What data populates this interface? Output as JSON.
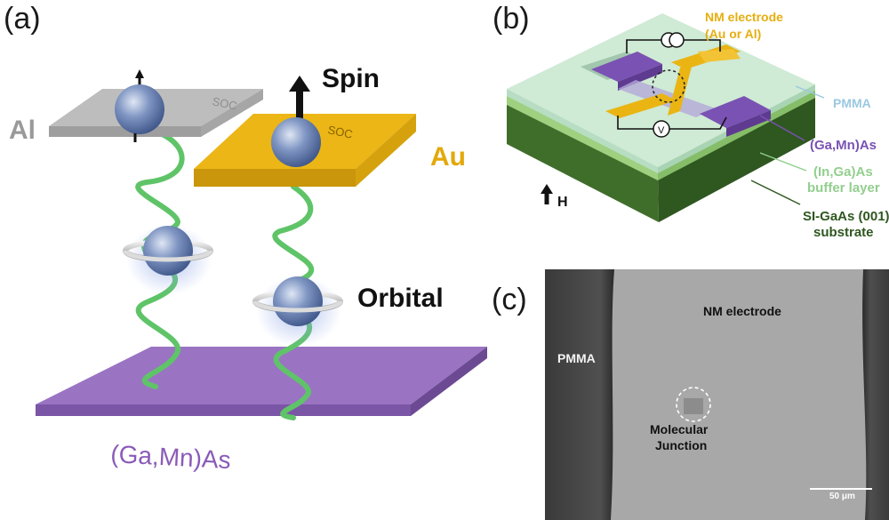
{
  "panel_a": {
    "label": "(a)",
    "al_label": "Al",
    "au_label": "Au",
    "spin_label": "Spin",
    "orbital_label": "Orbital",
    "gamnas_label": "(Ga,Mn)As",
    "soc_left": "SOC",
    "soc_right": "SOC"
  },
  "panel_b": {
    "label": "(b)",
    "nm_electrode_line1": "NM electrode",
    "nm_electrode_line2": "(Au or Al)",
    "pmma": "PMMA",
    "gamnas": "(Ga,Mn)As",
    "ingaas_line1": "(In,Ga)As",
    "ingaas_line2": "buffer layer",
    "substrate_line1": "SI-GaAs (001)",
    "substrate_line2": "substrate",
    "field_label": "H",
    "voltmeter": "V"
  },
  "panel_c": {
    "label": "(c)",
    "pmma": "PMMA",
    "nm_electrode": "NM electrode",
    "junction_line1": "Molecular",
    "junction_line2": "Junction",
    "scale_bar": "50 μm"
  },
  "colors": {
    "aluminium": "#b9b9b9",
    "gold": "#e8b20f",
    "gamnas": "#9370bd",
    "pmma": "#cde9d5",
    "spring": "#63c86a",
    "sphere": "#6f86b5",
    "substrate": "#3d6b2a"
  }
}
